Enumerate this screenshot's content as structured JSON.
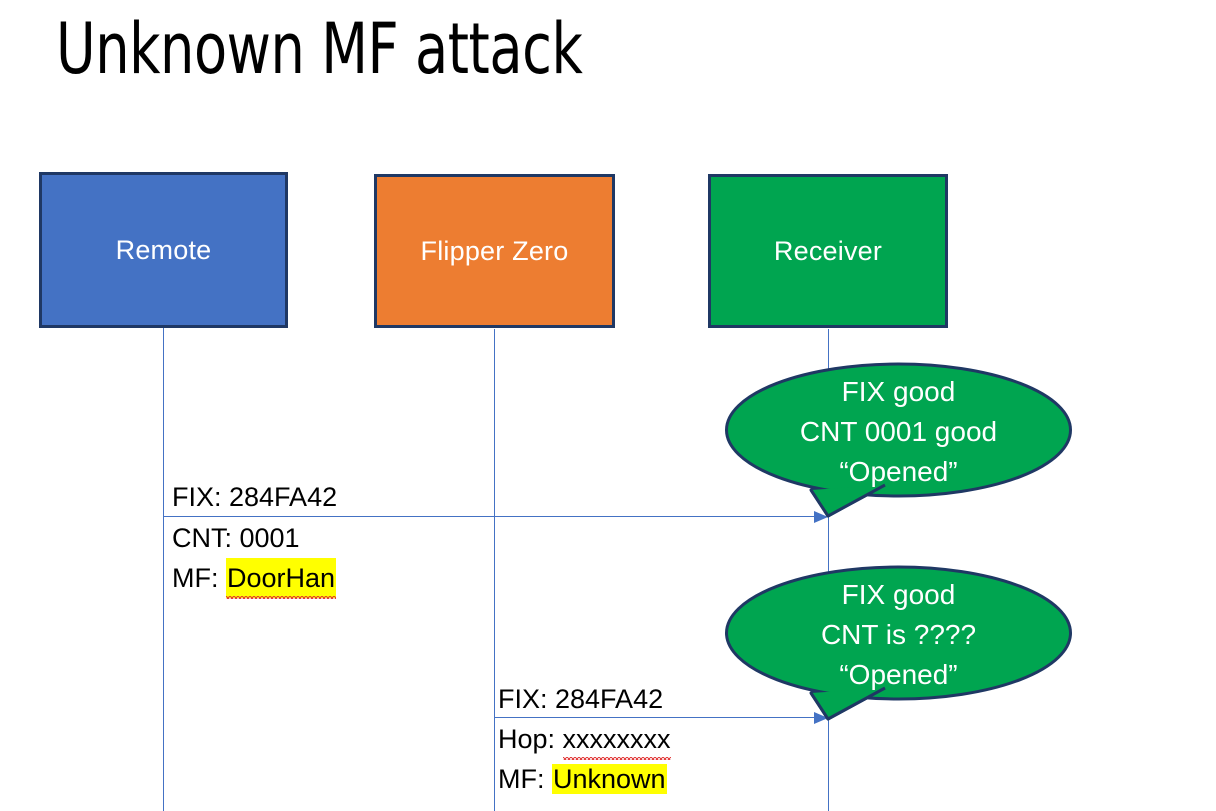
{
  "slide": {
    "title": "Unknown MF attack",
    "background": "#FFFFFF"
  },
  "colors": {
    "remote_box": "#4472C4",
    "flipper_box": "#ED7D31",
    "receiver_box": "#00A550",
    "box_border": "#1F3864",
    "lifeline": "#4472C4",
    "arrow": "#4472C4",
    "balloon_fill": "#00A550",
    "balloon_border": "#1F3864",
    "highlight": "#FFFF00",
    "spellcheck_underline": "#E03030",
    "text_dark": "#000000",
    "text_light": "#FFFFFF"
  },
  "actors": [
    {
      "id": "remote",
      "label": "Remote"
    },
    {
      "id": "flipper",
      "label": "Flipper Zero"
    },
    {
      "id": "receiver",
      "label": "Receiver"
    }
  ],
  "messages": [
    {
      "id": "msg1",
      "from": "remote",
      "to": "receiver",
      "line1": "FIX: 284FA42",
      "line2": "CNT: 0001",
      "line3_prefix": "MF: ",
      "line3_value": "DoorHan",
      "line3_highlighted": true,
      "line3_spellchecked": true
    },
    {
      "id": "msg2",
      "from": "flipper",
      "to": "receiver",
      "line1": "FIX: 284FA42",
      "line2_prefix": "Hop: ",
      "line2_value": "xxxxxxxx",
      "line2_spellchecked": true,
      "line3_prefix": "MF: ",
      "line3_value": "Unknown",
      "line3_highlighted": true
    }
  ],
  "balloons": [
    {
      "id": "balloon1",
      "line1": "FIX good",
      "line2": "CNT 0001 good",
      "line3": "“Opened”"
    },
    {
      "id": "balloon2",
      "line1": "FIX good",
      "line2": "CNT is ????",
      "line3": "“Opened”"
    }
  ]
}
